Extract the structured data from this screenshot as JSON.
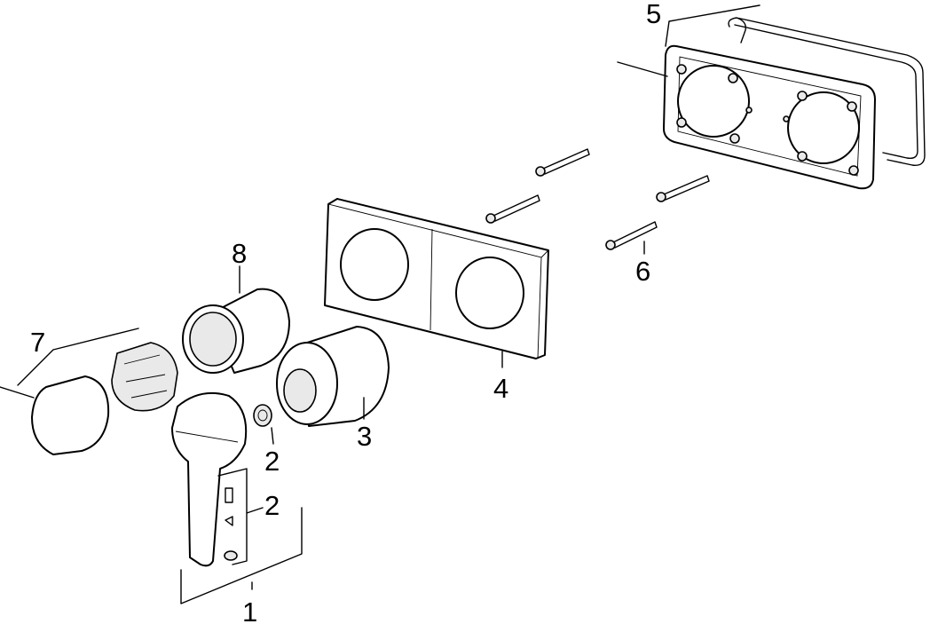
{
  "labels": {
    "p1": "1",
    "p2a": "2",
    "p2b": "2",
    "p3": "3",
    "p4": "4",
    "p5": "5",
    "p6": "6",
    "p7": "7",
    "p8": "8"
  }
}
